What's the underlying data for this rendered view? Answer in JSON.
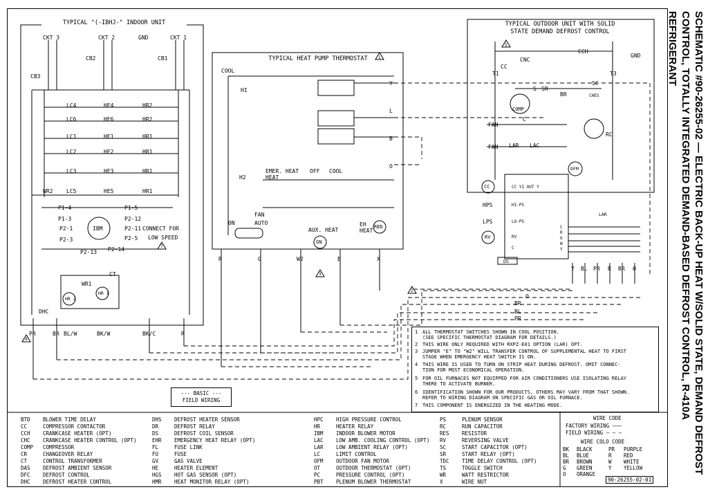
{
  "side_title": "SCHEMATIC #90-26255-02 — ELECTRIC BACK-UP HEAT W/SOLID STATE, DEMAND DEFROST CONTROL, TOTALLY INTEGRATED DEMAND-BASED DEFROST CONTROL, R-410A REFRIGERANT",
  "indoor_unit": {
    "title": "TYPICAL \"(-IBHJ-\" INDOOR UNIT",
    "circuits": [
      "CKT 3",
      "CKT 2",
      "CKT 1"
    ],
    "gnd": "GND",
    "breakers": [
      "CB3",
      "CB2",
      "CB1"
    ],
    "heater_rows": [
      {
        "lc": "LC4",
        "he": "HE4",
        "hr": "HR2"
      },
      {
        "lc": "LC6",
        "he": "HE6",
        "hr": "HR2"
      },
      {
        "lc": "LC1",
        "he": "HE1",
        "hr": "HR1"
      },
      {
        "lc": "LC2",
        "he": "HE2",
        "hr": "HR1"
      },
      {
        "lc": "LC3",
        "he": "HE3",
        "hr": "HR1"
      },
      {
        "lc": "LC5",
        "he": "HE5",
        "hr": "HR1",
        "wr": "WR2"
      }
    ],
    "plugs": [
      "P1-4",
      "P1-3",
      "P2-1",
      "P2-3",
      "P1-5",
      "P2-12",
      "P2-11",
      "P2-5",
      "P2-14",
      "P2-13"
    ],
    "ibm": "IBM",
    "connect_note": "CONNECT FOR",
    "low_speed": "LOW SPEED",
    "note7": "7",
    "ct": "CT",
    "wr1": "WR1",
    "hr_coils": [
      "HR 2",
      "HR 1"
    ],
    "dhc": "DHC",
    "terminals": [
      "PR",
      "BR",
      "BL/W",
      "BK/W",
      "BK/C",
      "R"
    ],
    "note4": "4"
  },
  "thermostat": {
    "title": "TYPICAL HEAT PUMP THERMOSTAT",
    "title_note": "1",
    "cool": "COOL",
    "hi": "HI",
    "emer_heat": "EMER. HEAT",
    "heat": "HEAT",
    "off": "OFF",
    "cool2": "COOL",
    "h2": "H2",
    "fan": "FAN",
    "on": "ON",
    "auto": "AUTO",
    "aux_heat": "AUX. HEAT",
    "gn": "GN",
    "eh_heat": "EH\nHEAT",
    "red": "RED",
    "letters": [
      "Y",
      "L",
      "B",
      "O"
    ],
    "bottom_terms": [
      "R",
      "G",
      "W2",
      "E",
      "X"
    ],
    "note3": "3"
  },
  "outdoor_unit": {
    "title_line1": "TYPICAL OUTDOOR UNIT WITH SOLID",
    "title_line2": "STATE DEMAND DEFROST CONTROL",
    "note5": "5",
    "cnc": "CNC",
    "cch": "CCH",
    "gnd": "GND",
    "cc": "CC",
    "t1": "T1",
    "t3": "T3",
    "sr": "SR",
    "s": "S",
    "br": "BR",
    "sc": "SC",
    "ches": "CHES",
    "comp": "COMP",
    "c": "C",
    "fan": "FAN",
    "rc": "RC",
    "lar": "LAR",
    "lac": "LAC",
    "dfm": "DFM",
    "cc_box": "CC",
    "hps": "HPS",
    "lps": "LPS",
    "rv": "RV",
    "ds": "DS",
    "ctrl_labels": [
      "CC YI OUT Y",
      "HI-PS",
      "LO-PS",
      "RV",
      "C"
    ],
    "ctrl_pins": [
      "C",
      "R",
      "O",
      "W",
      "Y"
    ],
    "ds_label": "DS",
    "lar2": "LAR",
    "wire_terms": [
      "Y",
      "BL",
      "PR",
      "R",
      "BR",
      "O"
    ],
    "note2": "2"
  },
  "bus_wires": [
    "O",
    "BR",
    "BL",
    "PR"
  ],
  "notes": [
    {
      "n": "1",
      "text": "ALL THERMOSTAT SWITCHES SHOWN IN COOL POSITION."
    },
    {
      "n": "",
      "text": "(SEE SPECIFIC THERMOSTAT DIAGRAM FOR DETAILS.)"
    },
    {
      "n": "2",
      "text": "THIS WIRE ONLY REQUIRED WITH RXPZ-E01 OPTION (LAR) OPT."
    },
    {
      "n": "3",
      "text": "JUMPER \"E\" TO \"W2\" WILL TRANSFER CONTROL OF SUPPLEMENTAL HEAT TO FIRST"
    },
    {
      "n": "",
      "text": "STAGE WHEN EMERGENCY HEAT SWITCH IS ON."
    },
    {
      "n": "4",
      "text": "THIS WIRE IS USED TO TURN ON STRIP HEAT DURING DEFROST. OMIT CONNEC-"
    },
    {
      "n": "",
      "text": "TION FOR MOST ECONOMICAL OPERATION."
    },
    {
      "n": "5",
      "text": "FOR OIL FURNACES NOT EQUIPPED FOR AIR CONDITIONERS USE ISOLATING RELAY"
    },
    {
      "n": "",
      "text": "THERE TO ACTIVATE BURNER."
    },
    {
      "n": "6",
      "text": "IDENTIFICATION SHOWN FOR OUR PRODUCTS, OTHERS MAY VARY FROM THAT SHOWN."
    },
    {
      "n": "",
      "text": "REFER TO WIRING DIAGRAM ON SPECIFIC GAS OR OIL FURNACE."
    },
    {
      "n": "7",
      "text": "THIS COMPONENT IS ENERGIZED IN THE HEATING MODE."
    }
  ],
  "basic_box": {
    "line1": "--- BASIC ---",
    "line2": "FIELD WIRING"
  },
  "legend": [
    [
      {
        "ab": "BTD",
        "txt": "BLOWER TIME DELAY"
      },
      {
        "ab": "CC",
        "txt": "COMPRESSOR CONTACTOR"
      },
      {
        "ab": "CCH",
        "txt": "CRANKCASE HEATER (OPT)"
      },
      {
        "ab": "CHC",
        "txt": "CRANKCASE HEATER CONTROL (OPT)"
      },
      {
        "ab": "COMP",
        "txt": "COMPRESSOR"
      },
      {
        "ab": "CR",
        "txt": "CHANGEOVER RELAY"
      },
      {
        "ab": "CT",
        "txt": "CONTROL TRANSFORMER"
      },
      {
        "ab": "DAS",
        "txt": "DEFROST AMBIENT SENSOR"
      },
      {
        "ab": "DFC",
        "txt": "DEFROST CONTROL"
      },
      {
        "ab": "DHC",
        "txt": "DEFROST HEATER CONTROL"
      }
    ],
    [
      {
        "ab": "DHS",
        "txt": "DEFROST HEATER SENSOR"
      },
      {
        "ab": "DR",
        "txt": "DEFROST RELAY"
      },
      {
        "ab": "DS",
        "txt": "DEFROST COIL SENSOR"
      },
      {
        "ab": "EHR",
        "txt": "EMERGENCY HEAT RELAY (OPT)"
      },
      {
        "ab": "FL",
        "txt": "FUSE LINK"
      },
      {
        "ab": "FU",
        "txt": "FUSE"
      },
      {
        "ab": "GV",
        "txt": "GAS VALVE"
      },
      {
        "ab": "HE",
        "txt": "HEATER ELEMENT"
      },
      {
        "ab": "HGS",
        "txt": "HOT GAS SENSOR (OPT)"
      },
      {
        "ab": "HMR",
        "txt": "HEAT MONITOR RELAY (OPT)"
      }
    ],
    [
      {
        "ab": "HPC",
        "txt": "HIGH PRESSURE CONTROL"
      },
      {
        "ab": "HR",
        "txt": "HEATER RELAY"
      },
      {
        "ab": "IBM",
        "txt": "INDOOR BLOWER MOTOR"
      },
      {
        "ab": "LAC",
        "txt": "LOW AMB. COOLING CONTROL (OPT)"
      },
      {
        "ab": "LAR",
        "txt": "LOW AMBIENT RELAY (OPT)"
      },
      {
        "ab": "LC",
        "txt": "LIMIT CONTROL"
      },
      {
        "ab": "OFM",
        "txt": "OUTDOOR FAN MOTOR"
      },
      {
        "ab": "OT",
        "txt": "OUTDOOR THERMOSTAT (OPT)"
      },
      {
        "ab": "PC",
        "txt": "PRESSURE CONTROL (OPT)"
      },
      {
        "ab": "PBT",
        "txt": "PLENUM BLOWER THERMOSTAT"
      }
    ],
    [
      {
        "ab": "PS",
        "txt": "PLENUM SENSOR"
      },
      {
        "ab": "RC",
        "txt": "RUN CAPACITOR"
      },
      {
        "ab": "RES",
        "txt": "RESISTOR"
      },
      {
        "ab": "RV",
        "txt": "REVERSING VALVE"
      },
      {
        "ab": "SC",
        "txt": "START CAPACITOR (OPT)"
      },
      {
        "ab": "SR",
        "txt": "START RELAY (OPT)"
      },
      {
        "ab": "TDC",
        "txt": "TIME DELAY CONTROL (OPT)"
      },
      {
        "ab": "TS",
        "txt": "TOGGLE SWITCH"
      },
      {
        "ab": "WR",
        "txt": "WATT RESTRICTOR"
      },
      {
        "ab": "X",
        "txt": "WIRE NUT"
      }
    ]
  ],
  "wire_code": {
    "title": "WIRE CODE",
    "factory": "FACTORY WIRING",
    "field": "FIELD WIRING",
    "color_title": "WIRE COLO CODE",
    "colors": [
      {
        "c1": "BK",
        "n1": "BLACK",
        "c2": "PR",
        "n2": "PURPLE"
      },
      {
        "c1": "BL",
        "n1": "BLUE",
        "c2": "R",
        "n2": "RED"
      },
      {
        "c1": "BR",
        "n1": "BROWN",
        "c2": "W",
        "n2": "WHITE"
      },
      {
        "c1": "G",
        "n1": "GREEN",
        "c2": "Y",
        "n2": "YELLOW"
      },
      {
        "c1": "O",
        "n1": "ORANGE",
        "c2": "",
        "n2": ""
      }
    ],
    "part_no": "90-26255-02-01"
  }
}
